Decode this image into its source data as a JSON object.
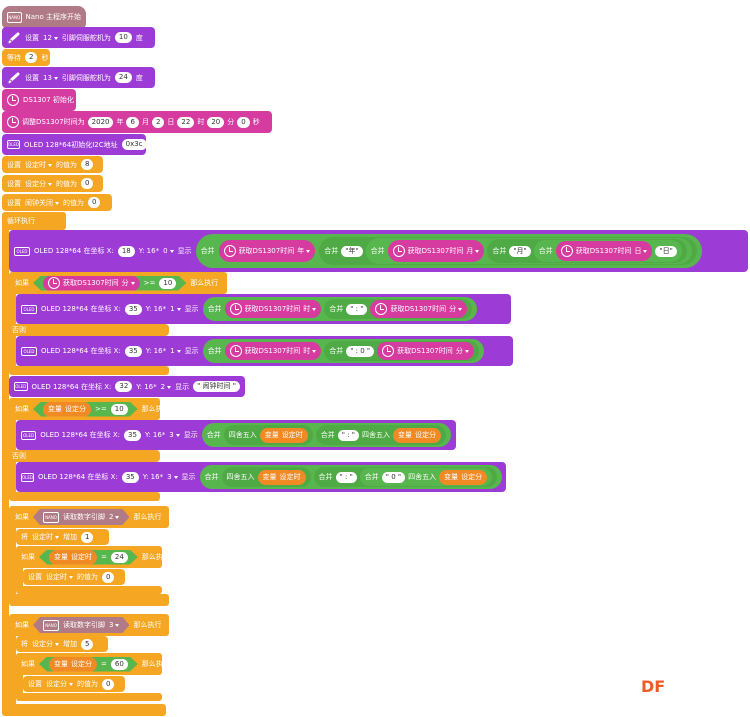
{
  "hat": {
    "label": "Nano 主程序开始",
    "icon": "nano-board-icon"
  },
  "setup": [
    {
      "set": "设置",
      "pin": "12",
      "action": "引脚伺服舵机为",
      "value": "10",
      "unit": "度"
    },
    {
      "wait": "等待",
      "value": "2",
      "unit": "秒"
    },
    {
      "set": "设置",
      "pin": "13",
      "action": "引脚伺服舵机为",
      "value": "24",
      "unit": "度"
    },
    {
      "label": "DS1307 初始化"
    },
    {
      "label": "调整DS1307时间为",
      "year": "2020",
      "year_u": "年",
      "month": "6",
      "month_u": "月",
      "day": "2",
      "day_u": "日",
      "hour": "22",
      "hour_u": "时",
      "min": "20",
      "min_u": "分",
      "sec": "0",
      "sec_u": "秒"
    },
    {
      "label": "OLED 128*64初始化I2C地址",
      "addr": "0x3c"
    }
  ],
  "vars": [
    {
      "set": "设置",
      "name": "设定时",
      "of": "的值为",
      "value": "8"
    },
    {
      "set": "设置",
      "name": "设定分",
      "of": "的值为",
      "value": "0"
    },
    {
      "set": "设置",
      "name": "闹钟关闭",
      "of": "的值为",
      "value": "0"
    }
  ],
  "loop": {
    "label": "循环执行"
  },
  "common": {
    "oled_at": "OLED 128*64 在坐标 X:",
    "y": "Y: 16*",
    "show": "显示",
    "concat": "合并",
    "get_time": "获取DS1307时间",
    "if": "如果",
    "then": "那么执行",
    "else": "否则",
    "var": "变量",
    "round": "四舍五入",
    "read_pin": "读取数字引脚",
    "make": "将",
    "inc": "增加",
    "eq": "=",
    "gte": ">="
  },
  "date_line": {
    "x": "18",
    "row": "0",
    "year": "年",
    "year_s": "\"年\"",
    "month": "月",
    "month_s": "\"月\"",
    "day": "日",
    "day_s": "\"日\""
  },
  "if1": {
    "field": "分",
    "value": "10"
  },
  "time_a": {
    "x": "35",
    "row": "1",
    "hour": "时",
    "sep": "\" : \"",
    "minute": "分"
  },
  "time_b": {
    "x": "35",
    "row": "1",
    "hour": "时",
    "sep": "\" : 0 \"",
    "minute": "分"
  },
  "alarm_title": {
    "x": "32",
    "row": "2",
    "text": "\" 闹钟时间 \""
  },
  "if2": {
    "var": "设定分",
    "value": "10"
  },
  "alarm_a": {
    "x": "35",
    "row": "3",
    "var1": "设定时",
    "sep": "\" : \"",
    "var2": "设定分"
  },
  "alarm_b": {
    "x": "35",
    "row": "3",
    "var1": "设定时",
    "sep": "\" : \"",
    "zero": "\" 0 \"",
    "var2": "设定分"
  },
  "btn1": {
    "pin": "2",
    "var": "设定时",
    "inc": "1",
    "cmp": "24",
    "reset_name": "设定时",
    "reset_of": "的值为",
    "reset": "0",
    "set": "设置"
  },
  "btn2": {
    "pin": "3",
    "var": "设定分",
    "inc": "5",
    "cmp": "60",
    "reset_name": "设定分",
    "reset_of": "的值为",
    "reset": "0",
    "set": "设置"
  },
  "watermark": "DF",
  "colors": {
    "control": "#f5a623",
    "servo": "#9d3bd6",
    "ds1307": "#d63ba0",
    "nano": "#b07a86",
    "logic": "#58b64e",
    "variable": "#f08a24"
  }
}
